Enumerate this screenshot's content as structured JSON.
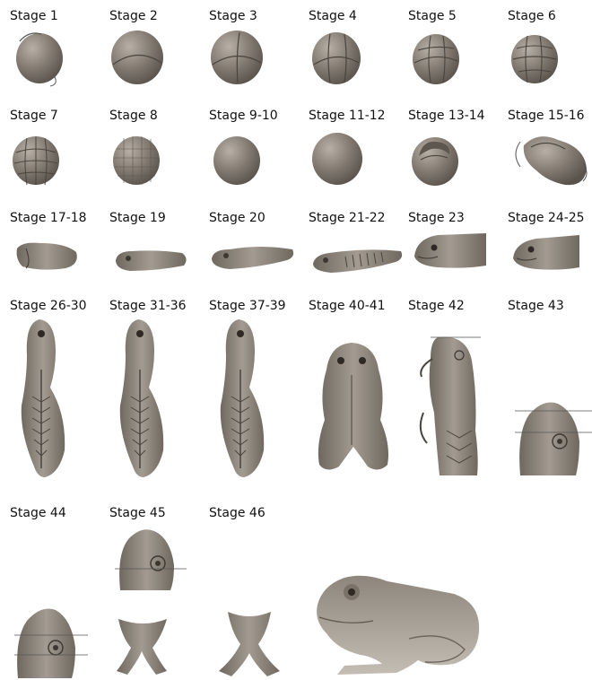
{
  "stages": [
    {
      "label": "Stage 1"
    },
    {
      "label": "Stage 2"
    },
    {
      "label": "Stage 3"
    },
    {
      "label": "Stage 4"
    },
    {
      "label": "Stage 5"
    },
    {
      "label": "Stage 6"
    },
    {
      "label": "Stage 7"
    },
    {
      "label": "Stage 8"
    },
    {
      "label": "Stage 9-10"
    },
    {
      "label": "Stage 11-12"
    },
    {
      "label": "Stage 13-14"
    },
    {
      "label": "Stage 15-16"
    },
    {
      "label": "Stage 17-18"
    },
    {
      "label": "Stage 19"
    },
    {
      "label": "Stage 20"
    },
    {
      "label": "Stage 21-22"
    },
    {
      "label": "Stage 23"
    },
    {
      "label": "Stage 24-25"
    },
    {
      "label": "Stage 26-30"
    },
    {
      "label": "Stage 31-36"
    },
    {
      "label": "Stage 37-39"
    },
    {
      "label": "Stage 40-41"
    },
    {
      "label": "Stage 42"
    },
    {
      "label": "Stage 43"
    },
    {
      "label": "Stage 44"
    },
    {
      "label": "Stage 45"
    },
    {
      "label": "Stage 46"
    }
  ],
  "colors": {
    "body": "#8f877e",
    "shade": "#6e665e",
    "light": "#c9c2b8",
    "line": "#3d3732"
  }
}
